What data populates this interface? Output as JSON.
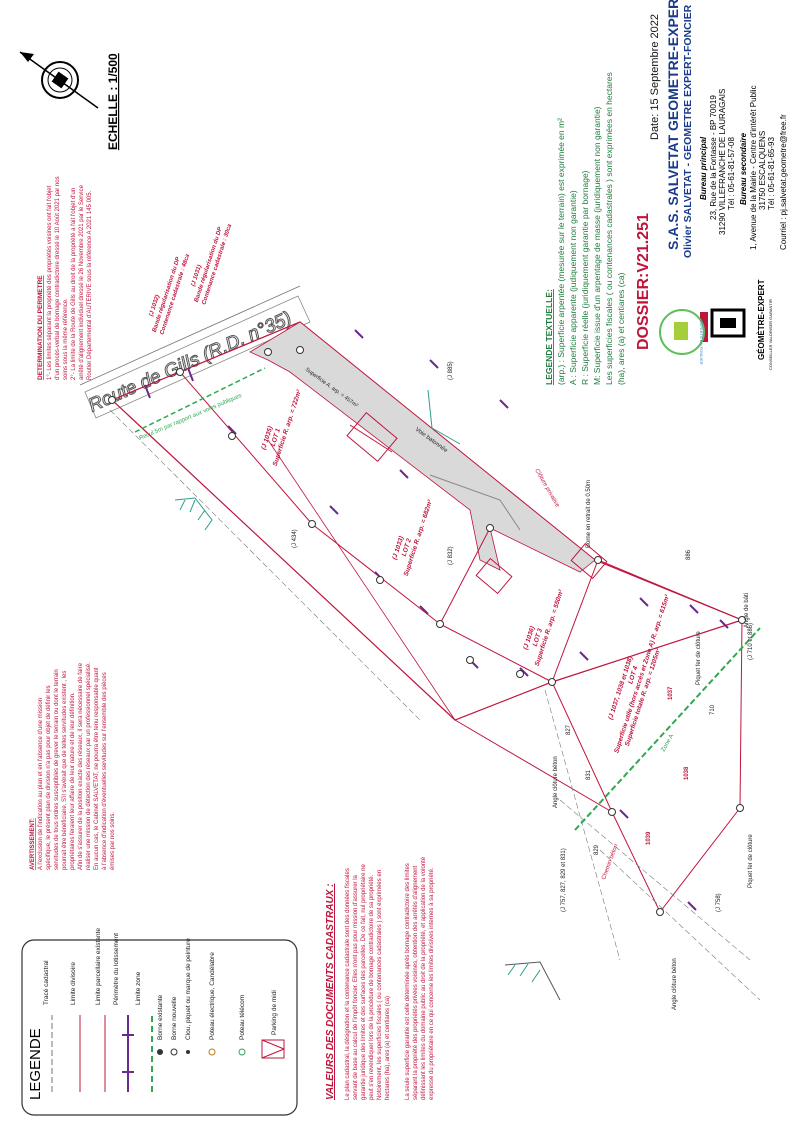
{
  "scale": "ECHELLE : 1/500",
  "north_arrow_icon": "north-arrow-icon",
  "road_label": "Route de Gills (R.D. n°35)",
  "perimeter": {
    "title": "DETERMINATION DU PERIMETRE",
    "lines": [
      "1°- Les limites séparant la propriété des propriétés voisines ont fait l'objet",
      "d'un procès-verbal de bornage contradictoire dressé le 10 Août 2021 par nos",
      "soins sous la même référence.",
      "2°- La limite de la Route de Gills au droit de la propriété a fait l'objet d'un",
      "arrêté d'alignement individuel dressé le 26 Novembre 2021 par le Service",
      "Routier Départemental d'AUTERIVE sous la référence A 2021 145 005."
    ]
  },
  "header": {
    "date": "Date: 15 Septembre 2022",
    "company": "S.A.S. SALVETAT GEOMETRE-EXPERT",
    "owner": "Olivier SALVETAT - GEOMETRE EXPERT-FONCIER",
    "main_office_label": "Bureau principal",
    "main_address": [
      "23, Rue de la Fontasse - BP 70019",
      "31290 VILLEFRANCHE DE LAURAGAIS",
      "Tél : 05-61-81-57-08"
    ],
    "secondary_office_label": "Bureau secondaire",
    "secondary_address": [
      "1, Avenue de la Mairie - Centre d'intérêt Public",
      "31750 ESCALQUENS",
      "Tél : 05-61-81-65-93"
    ],
    "email": "Courriel : pj.salvetat.geometre@free.fr",
    "dossier": "DOSSIER:V21.251",
    "logo_caption": "GÉOMÈTRE-EXPERT",
    "logo_sub": "CONSEILLER VALORISER GARANTIR",
    "seal_text": "EXPERTS DU FONCIER"
  },
  "legende_textuelle": {
    "title": "LEGENDE TEXTUELLE:",
    "lines": [
      "(arp.) : Superficie arpentée (mesurée sur le terrain) est exprimée en m²",
      "A : Superficie apparente (judiquement non garantie)",
      "R : Superficie réelle (juridiquement garantie par bornage)",
      "M: Superficie issue d'un arpentage de masse (juridiquement non garantie)",
      "Les superficies fiscales ( ou contenances cadastrales ) sont exprimées en hectares",
      "(ha), ares (a) et centiares (ca)"
    ]
  },
  "avertissement": {
    "title": "AVERTISSEMENT:",
    "lines": [
      "A l'exclusion de l'indication au plan et en l'absence d'une mission",
      "spécifique, le présent plan de division n'a pas pour objet de définir les",
      "servitudes de tous ordres susceptibles de grever le terrain ou dont le terrain",
      "pourrait être bénéficiaire. S'il s'avérait que de telles servitudes existent , les",
      "propriétaires feraient leur affaire de leur nature et de leur définition.",
      "Afin de s'assurer de la position exacte des réseaux, il sera nécessaire de faire",
      "réaliser une mission de détection des réseaux par un professionnel spécialisé.",
      "En aucun cas, le Cabinet SALVETAT, ne pourra être tenu responsable quant",
      "à l'absence d'indication d'éventuelles servitudes sur l'ensemble des pièces",
      "émises par nos soins."
    ]
  },
  "valeurs": {
    "title": "VALEURS DES DOCUMENTS CADASTRAUX :",
    "lines": [
      "Le plan cadastral, la désignation et la contenance cadastrale sont des données fiscales",
      "servant de base au calcul de l'impôt foncier. Elles n'ont pas pour mission d'assurer la",
      "garantie juridique des limites et des surfaces des parcelles. De ce fait, nul propriétaire ne",
      "peut s'en revendiquer lors de la procédure de bornage contradictoire de sa propriété.",
      "Notoirement, les superficies fiscales ( ou contenances cadastrales ) sont exprimées en",
      "hectares (ha), ares (a) et centiares (ca)",
      "",
      "La seule superficie garantie est celle déterminée après bornage contradictoire des limites",
      "séparant la propriété des propriétés privées voisines, obtention des arrêtés d'alignement",
      "définissant les limites du domaine public au droit de la propriété, et application de la volonté",
      "expresse du propriétaire en ce qui concerne les limites divisives internes à sa propriété."
    ]
  },
  "legende": {
    "title": "LEGENDE",
    "items": [
      "Tracé cadastral",
      "Limite divisoire",
      "Limite parcellaire existante",
      "Périmètre du lotissement",
      "Limite zone",
      "Borne existante",
      "Borne nouvelle",
      "Clou, piquet ou marque de peinture",
      "Poteau électrique, Candélabre",
      "Poteau télécom",
      "Parking de midi"
    ]
  },
  "lots": [
    {
      "ref": "(J 1035)",
      "name": "LOT 1",
      "surface": "Superficie R. arp. = 722m²"
    },
    {
      "ref": "(J 1033)",
      "name": "LOT 2",
      "surface": "Superficie R. arp. = 682m²"
    },
    {
      "ref": "(J 1036)",
      "name": "LOT 3",
      "surface": "Superficie R. arp. = 550m²"
    },
    {
      "ref": "(J 1037, 1038 et 1038)",
      "name": "LOT 4",
      "surface": "Superficie utile (hors accès et Zone A) R. arp. = 615m²",
      "extra": "Superficie totale R. arp. = 1205m²"
    }
  ],
  "dp_notes": [
    {
      "ref": "(J 1032)",
      "l1": "Bande régularisation du DP",
      "l2": "Contenance cadastrale : 48ca"
    },
    {
      "ref": "(J 1031)",
      "l1": "Bande régularisation du DP",
      "l2": "Contenance cadastrale : 30ca"
    }
  ],
  "plan_labels": {
    "voie": "Voie batonnée",
    "voie_sup": "Superficie A. arp. = 457m²",
    "borne_retrait": "Borne en retrait de 0.50m",
    "recul": "Recul 5m par rapport aux voies publiques",
    "cloture": "Clôture privative",
    "angle_bati": "Angle de bâti",
    "piquet1": "Piquet fer de clôture",
    "piquet2": "Piquet fer de clôture",
    "angle_beton1": "Angle clôture béton",
    "angle_beton2": "Angle clôture béton",
    "zone_a": "Zone A",
    "chemin": "Chemin béton",
    "j885": "(J 885)",
    "j434": "(J 434)",
    "j832": "(J 832)",
    "j886": "(J 710 et 886)",
    "j757": "(J 757, 827, 829 et 831)",
    "j758": "(J 758)",
    "n886": "886",
    "n827": "827",
    "n831": "831",
    "n829": "829",
    "n710": "710",
    "n1037": "1037",
    "n1038": "1038",
    "n1039": "1039"
  },
  "colors": {
    "boundary": "#c0143c",
    "cadastral": "#6b6b6b",
    "green": "#2fa84f",
    "purple": "#6a2a8c",
    "road": "#d9d9d9"
  }
}
